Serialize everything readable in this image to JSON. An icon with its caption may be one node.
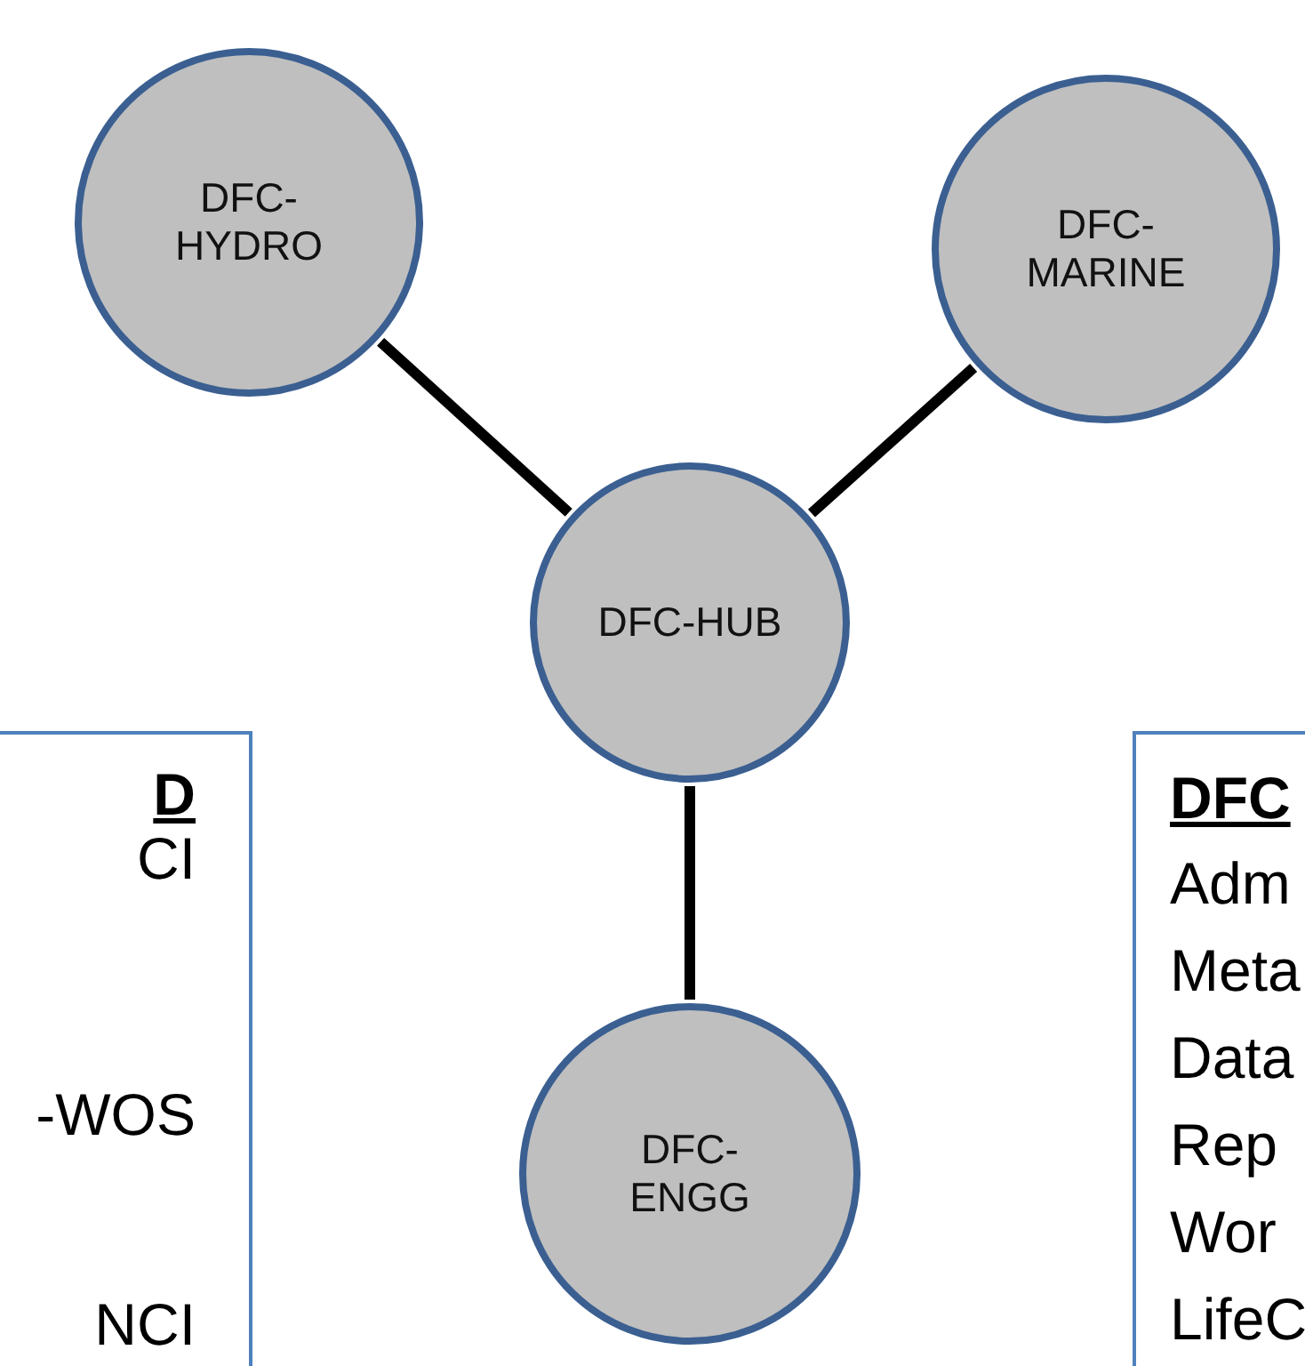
{
  "diagram": {
    "nodes": [
      {
        "text": [
          "DFC- HYDRO"
        ]
      },
      {
        "text": [
          "DFC- MARINE"
        ]
      },
      {
        "text": [
          "DFC-HUB"
        ]
      },
      {
        "text": [
          "DFC- ENGG"
        ]
      },
      {
        "text": [
          "D",
          "CI",
          "-WOS",
          "NCI"
        ]
      },
      {
        "text": [
          "DFC",
          "Adm",
          "Meta",
          "Data",
          "Rep",
          "Wor",
          "LifeC"
        ]
      }
    ],
    "edges": [
      {
        "from": 0,
        "to": 2,
        "arrow": "none"
      },
      {
        "from": 1,
        "to": 2,
        "arrow": "none"
      },
      {
        "from": 2,
        "to": 3,
        "arrow": "none"
      }
    ]
  }
}
